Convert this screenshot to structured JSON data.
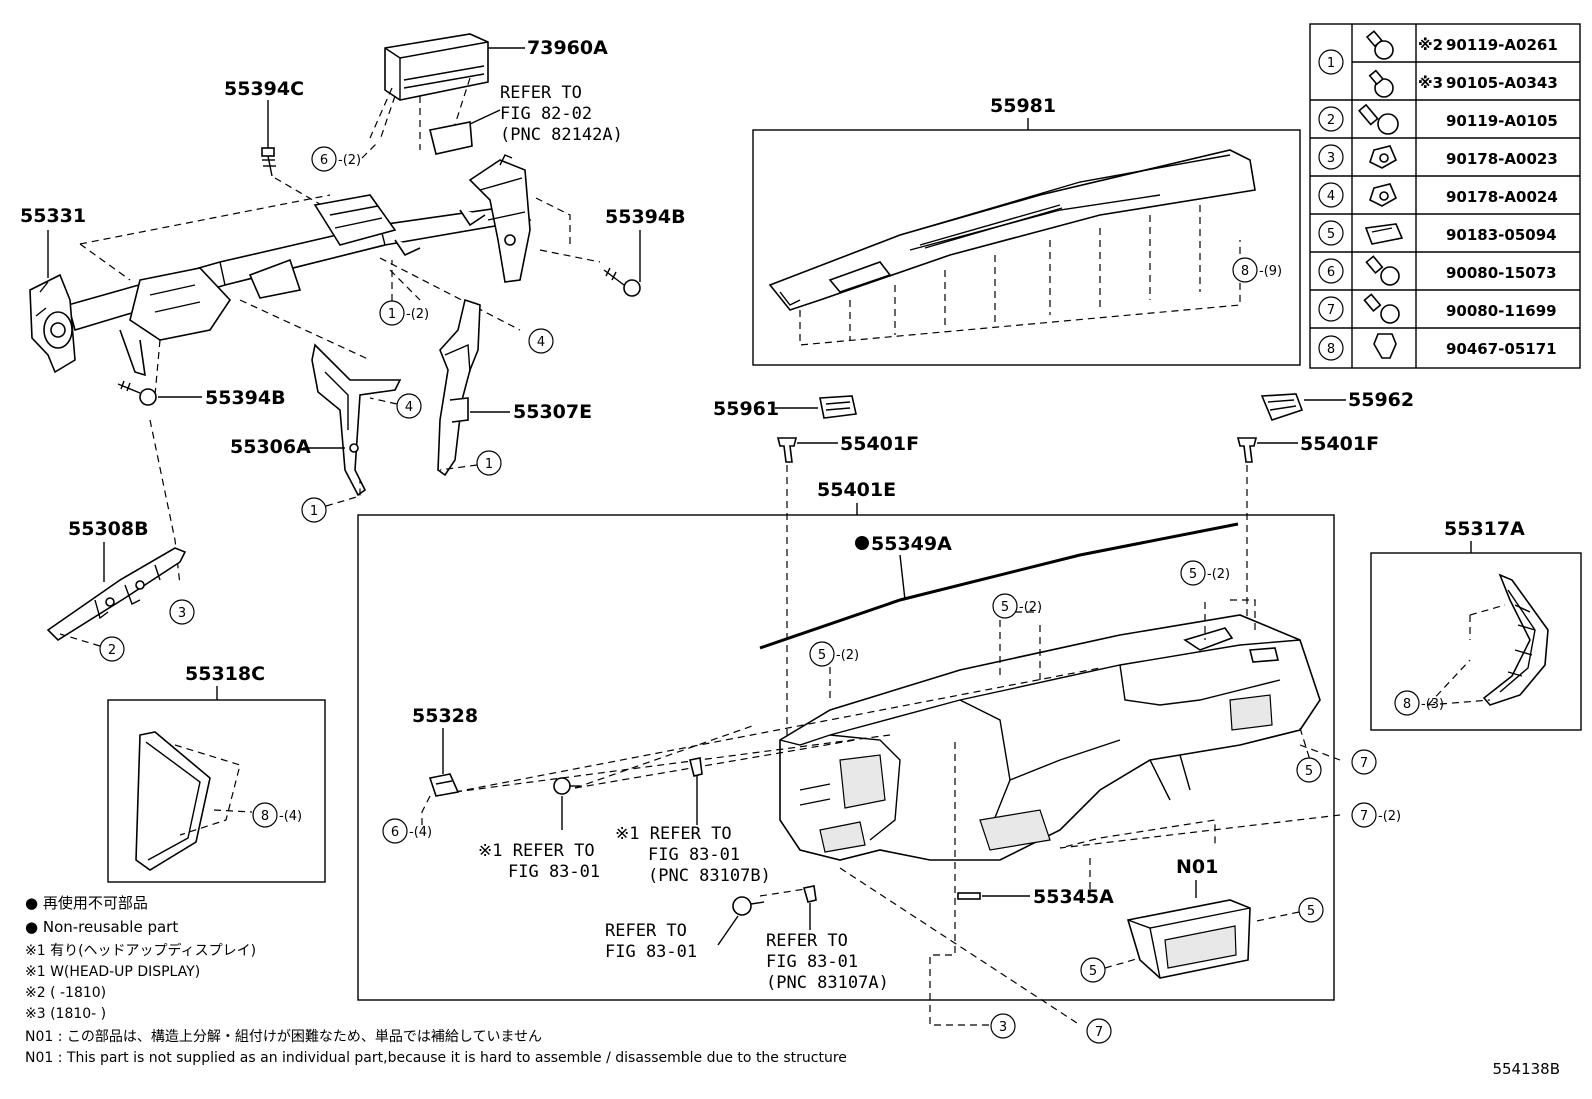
{
  "labels": {
    "p73960A": "73960A",
    "p55394C": "55394C",
    "p55331": "55331",
    "p55394B_top": "55394B",
    "p55394B_mid": "55394B",
    "p55307E": "55307E",
    "p55306A": "55306A",
    "p55308B": "55308B",
    "p55318C": "55318C",
    "p55981": "55981",
    "p55961": "55961",
    "p55962": "55962",
    "p55401F_left": "55401F",
    "p55401F_right": "55401F",
    "p55401E": "55401E",
    "p55349A": "55349A",
    "p55328": "55328",
    "p55317A": "55317A",
    "p55345A": "55345A",
    "pN01": "N01",
    "diagram_id": "554138B"
  },
  "refs": {
    "fig82_l1": "REFER TO",
    "fig82_l2": "FIG 82-02",
    "fig82_l3": "(PNC 82142A)",
    "r1_l1": "※1 REFER TO",
    "r1_l2": "FIG 83-01",
    "r2_l1": "※1 REFER TO",
    "r2_l2": "FIG 83-01",
    "r2_l3": "(PNC 83107B)",
    "r3_l1": "REFER TO",
    "r3_l2": "FIG 83-01",
    "r4_l1": "REFER TO",
    "r4_l2": "FIG 83-01",
    "r4_l3": "(PNC 83107A)"
  },
  "callouts": {
    "c6_2": "-(2)",
    "c1_2": "-(2)",
    "c8_9": "-(9)",
    "c5_2a": "-(2)",
    "c5_2b": "-(2)",
    "c5_2c": "-(2)",
    "c8_4": "-(4)",
    "c6_4": "-(4)",
    "c7_2": "-(2)",
    "c8_3": "-(3)"
  },
  "fastener_table": [
    {
      "ref": "1",
      "mark": "※2",
      "part": "90119-A0261"
    },
    {
      "ref": "",
      "mark": "※3",
      "part": "90105-A0343"
    },
    {
      "ref": "2",
      "mark": "",
      "part": "90119-A0105"
    },
    {
      "ref": "3",
      "mark": "",
      "part": "90178-A0023"
    },
    {
      "ref": "4",
      "mark": "",
      "part": "90178-A0024"
    },
    {
      "ref": "5",
      "mark": "",
      "part": "90183-05094"
    },
    {
      "ref": "6",
      "mark": "",
      "part": "90080-15073"
    },
    {
      "ref": "7",
      "mark": "",
      "part": "90080-11699"
    },
    {
      "ref": "8",
      "mark": "",
      "part": "90467-05171"
    }
  ],
  "legend": {
    "l1": "● 再使用不可部品",
    "l2": "● Non-reusable part",
    "l3": "※1 有り(ヘッドアップディスプレイ)",
    "l4": "※1 W(HEAD-UP DISPLAY)",
    "l5": "※2 (        -1810)",
    "l6": "※3 (1810-        )",
    "l7": "N01 : この部品は、構造上分解・組付けが困難なため、単品では補給していません",
    "l8": "N01 : This part is not supplied as an individual part,because it is hard to assemble / disassemble due to the structure"
  }
}
